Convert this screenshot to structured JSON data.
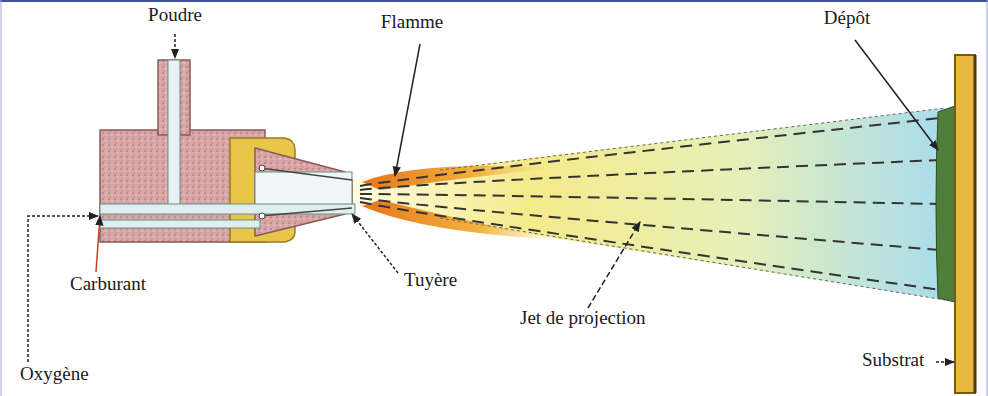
{
  "diagram": {
    "labels": [
      "Poudre",
      "Flamme",
      "Dépôt",
      "Carburant",
      "Tuyère",
      "Jet de projection",
      "Substrat",
      "Oxygène"
    ]
  }
}
